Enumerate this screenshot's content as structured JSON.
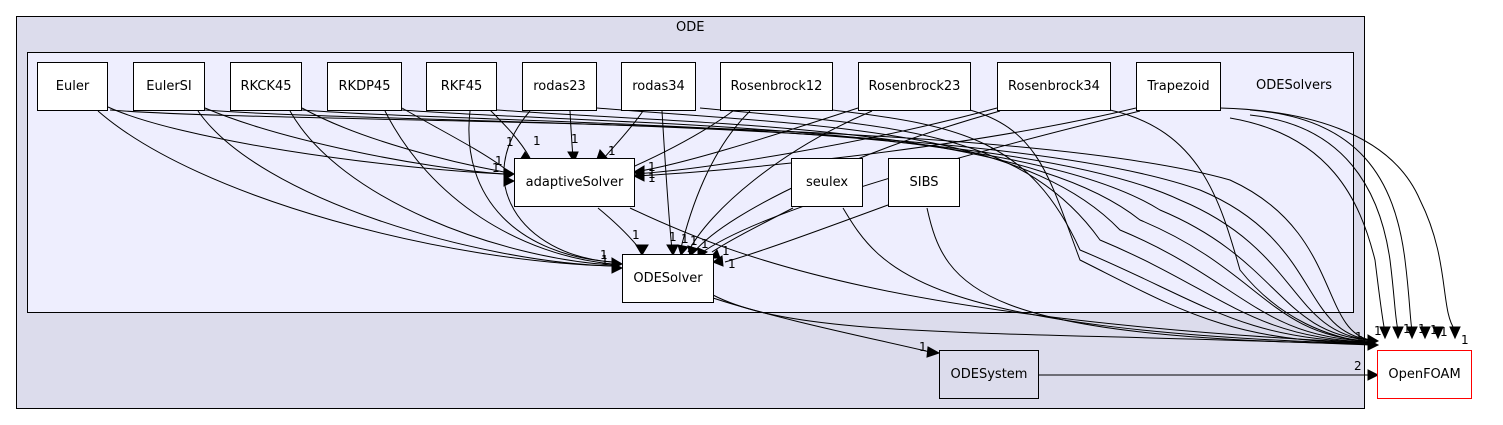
{
  "clusters": {
    "outer": "ODE",
    "inner": "ODESolvers"
  },
  "nodes": {
    "euler": "Euler",
    "eulersi": "EulerSI",
    "rkck45": "RKCK45",
    "rkdp45": "RKDP45",
    "rkf45": "RKF45",
    "rodas23": "rodas23",
    "rodas34": "rodas34",
    "rosenbrock12": "Rosenbrock12",
    "rosenbrock23": "Rosenbrock23",
    "rosenbrock34": "Rosenbrock34",
    "trapezoid": "Trapezoid",
    "adaptivesolver": "adaptiveSolver",
    "seulex": "seulex",
    "sibs": "SIBS",
    "odesolver": "ODESolver",
    "odesystem": "ODESystem",
    "openfoam": "OpenFOAM"
  },
  "edges": [
    {
      "from": "Euler",
      "to": "adaptiveSolver",
      "label": "1"
    },
    {
      "from": "Euler",
      "to": "ODESolver",
      "label": "1"
    },
    {
      "from": "Euler",
      "to": "OpenFOAM",
      "label": "1"
    },
    {
      "from": "EulerSI",
      "to": "adaptiveSolver",
      "label": "1"
    },
    {
      "from": "EulerSI",
      "to": "ODESolver",
      "label": "1"
    },
    {
      "from": "EulerSI",
      "to": "OpenFOAM",
      "label": "1"
    },
    {
      "from": "RKCK45",
      "to": "adaptiveSolver",
      "label": "1"
    },
    {
      "from": "RKCK45",
      "to": "ODESolver",
      "label": "1"
    },
    {
      "from": "RKCK45",
      "to": "OpenFOAM",
      "label": "1"
    },
    {
      "from": "RKDP45",
      "to": "adaptiveSolver",
      "label": "1"
    },
    {
      "from": "RKDP45",
      "to": "ODESolver",
      "label": "1"
    },
    {
      "from": "RKDP45",
      "to": "OpenFOAM",
      "label": "1"
    },
    {
      "from": "RKF45",
      "to": "adaptiveSolver",
      "label": "1"
    },
    {
      "from": "RKF45",
      "to": "ODESolver",
      "label": "1"
    },
    {
      "from": "RKF45",
      "to": "OpenFOAM",
      "label": "1"
    },
    {
      "from": "rodas23",
      "to": "adaptiveSolver",
      "label": "1"
    },
    {
      "from": "rodas23",
      "to": "ODESolver",
      "label": "1"
    },
    {
      "from": "rodas23",
      "to": "OpenFOAM",
      "label": "1"
    },
    {
      "from": "rodas34",
      "to": "adaptiveSolver",
      "label": "1"
    },
    {
      "from": "rodas34",
      "to": "ODESolver",
      "label": "1"
    },
    {
      "from": "rodas34",
      "to": "OpenFOAM",
      "label": "1"
    },
    {
      "from": "Rosenbrock12",
      "to": "adaptiveSolver",
      "label": "1"
    },
    {
      "from": "Rosenbrock12",
      "to": "ODESolver",
      "label": "1"
    },
    {
      "from": "Rosenbrock12",
      "to": "OpenFOAM",
      "label": "1"
    },
    {
      "from": "Rosenbrock23",
      "to": "adaptiveSolver",
      "label": "1"
    },
    {
      "from": "Rosenbrock23",
      "to": "ODESolver",
      "label": "1"
    },
    {
      "from": "Rosenbrock23",
      "to": "OpenFOAM",
      "label": "1"
    },
    {
      "from": "Rosenbrock34",
      "to": "adaptiveSolver",
      "label": "1"
    },
    {
      "from": "Rosenbrock34",
      "to": "ODESolver",
      "label": "1"
    },
    {
      "from": "Rosenbrock34",
      "to": "OpenFOAM",
      "label": "1"
    },
    {
      "from": "Trapezoid",
      "to": "adaptiveSolver",
      "label": "1"
    },
    {
      "from": "Trapezoid",
      "to": "ODESolver",
      "label": "1"
    },
    {
      "from": "Trapezoid",
      "to": "OpenFOAM",
      "label": "1"
    },
    {
      "from": "adaptiveSolver",
      "to": "ODESolver",
      "label": "1"
    },
    {
      "from": "adaptiveSolver",
      "to": "OpenFOAM",
      "label": "1"
    },
    {
      "from": "seulex",
      "to": "ODESolver",
      "label": "1"
    },
    {
      "from": "seulex",
      "to": "OpenFOAM",
      "label": "1"
    },
    {
      "from": "SIBS",
      "to": "ODESolver",
      "label": "1"
    },
    {
      "from": "SIBS",
      "to": "OpenFOAM",
      "label": "1"
    },
    {
      "from": "ODESolver",
      "to": "ODESystem",
      "label": "1"
    },
    {
      "from": "ODESolver",
      "to": "OpenFOAM",
      "label": "1"
    },
    {
      "from": "ODESystem",
      "to": "OpenFOAM",
      "label": "2"
    }
  ],
  "colors": {
    "outer_cluster_fill": "#dcdcec",
    "inner_cluster_fill": "#eeeefe",
    "external_node_border": "#ff0000"
  }
}
